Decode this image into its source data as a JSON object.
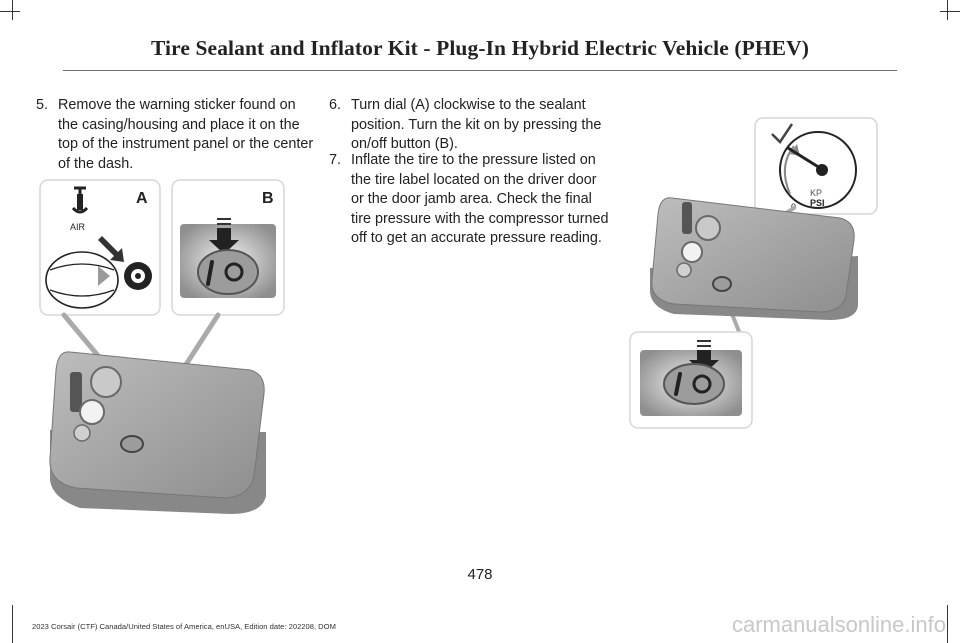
{
  "header": {
    "title": "Tire Sealant and Inflator Kit - Plug-In Hybrid Electric Vehicle (PHEV)"
  },
  "steps": [
    {
      "number": "5.",
      "text": "Remove the warning sticker found on the casing/housing and place it on the top of the instrument panel or the center of the dash."
    },
    {
      "number": "6.",
      "text": "Turn dial (A) clockwise to the sealant position. Turn the kit on by pressing the on/off button (B)."
    },
    {
      "number": "7.",
      "text": "Inflate the tire to the pressure listed on the tire label located on the driver door or the door jamb area. Check the final tire pressure with the compressor turned off to get an accurate pressure reading."
    }
  ],
  "figure1": {
    "callout_a": "A",
    "callout_b": "B",
    "air_label": "AIR"
  },
  "figure2": {
    "gauge_unit_top": "KP",
    "gauge_unit_bottom": "PSI",
    "gauge_zero": "0"
  },
  "page_number": "478",
  "footer": "2023 Corsair (CTF) Canada/United States of America, enUSA, Edition date: 202208, DOM",
  "watermark": "carmanualsonline.info",
  "colors": {
    "device_body": "#a9a9a9",
    "device_dark": "#7d7d7d",
    "panel_border": "#d6d6d6"
  }
}
